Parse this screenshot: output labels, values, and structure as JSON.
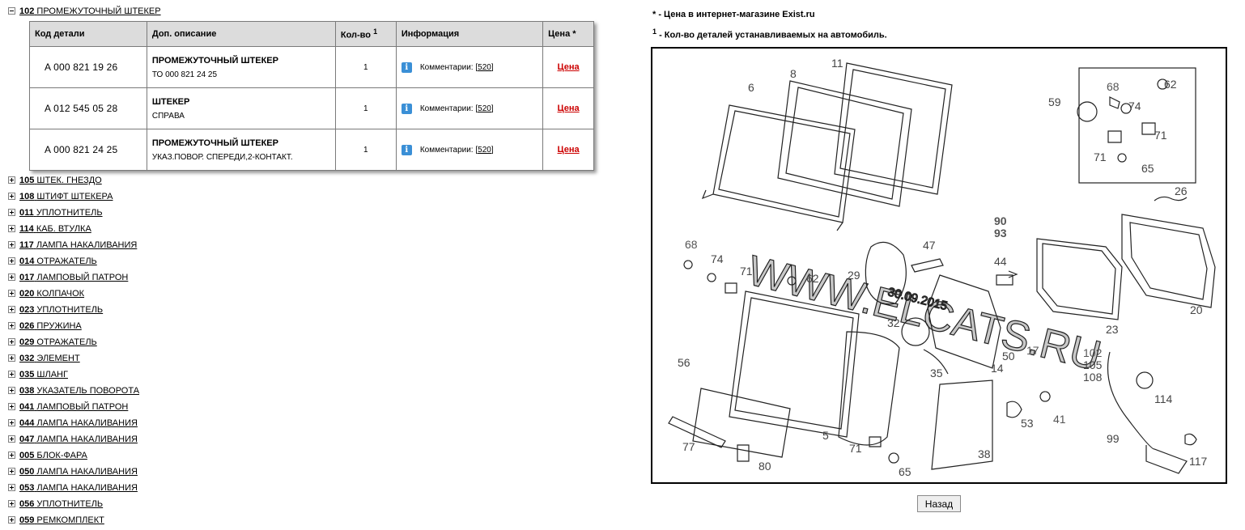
{
  "tree": {
    "expanded": {
      "code": "102",
      "name": "ПРОМЕЖУТОЧНЫЙ ШТЕКЕР"
    },
    "items": [
      {
        "code": "105",
        "name": "ШТЕК. ГНЕЗДО"
      },
      {
        "code": "108",
        "name": "ШТИФТ ШТЕКЕРА"
      },
      {
        "code": "011",
        "name": "УПЛОТНИТЕЛЬ"
      },
      {
        "code": "114",
        "name": "КАБ. ВТУЛКА"
      },
      {
        "code": "117",
        "name": "ЛАМПА НАКАЛИВАНИЯ"
      },
      {
        "code": "014",
        "name": "ОТРАЖАТЕЛЬ"
      },
      {
        "code": "017",
        "name": "ЛАМПОВЫЙ ПАТРОН"
      },
      {
        "code": "020",
        "name": "КОЛПАЧОК"
      },
      {
        "code": "023",
        "name": "УПЛОТНИТЕЛЬ"
      },
      {
        "code": "026",
        "name": "ПРУЖИНА"
      },
      {
        "code": "029",
        "name": "ОТРАЖАТЕЛЬ"
      },
      {
        "code": "032",
        "name": "ЭЛЕМЕНТ"
      },
      {
        "code": "035",
        "name": "ШЛАНГ"
      },
      {
        "code": "038",
        "name": "УКАЗАТЕЛЬ ПОВОРОТА"
      },
      {
        "code": "041",
        "name": "ЛАМПОВЫЙ ПАТРОН"
      },
      {
        "code": "044",
        "name": "ЛАМПА НАКАЛИВАНИЯ"
      },
      {
        "code": "047",
        "name": "ЛАМПА НАКАЛИВАНИЯ"
      },
      {
        "code": "005",
        "name": "БЛОК-ФАРА"
      },
      {
        "code": "050",
        "name": "ЛАМПА НАКАЛИВАНИЯ"
      },
      {
        "code": "053",
        "name": "ЛАМПА НАКАЛИВАНИЯ"
      },
      {
        "code": "056",
        "name": "УПЛОТНИТЕЛЬ"
      },
      {
        "code": "059",
        "name": "РЕМКОМПЛЕКТ"
      }
    ]
  },
  "table": {
    "headers": {
      "code": "Код детали",
      "desc": "Доп. описание",
      "qty": "Кол-во",
      "qty_sup": "1",
      "info": "Информация",
      "price": "Цена *"
    },
    "rows": [
      {
        "code": "A  000 821 19 26",
        "title": "ПРОМЕЖУТОЧНЫЙ ШТЕКЕР",
        "sub": "ТО 000 821 24 25",
        "qty": "1",
        "comment_label": "Комментарии:",
        "comment_link": "[520]",
        "price": "Цена"
      },
      {
        "code": "A  012 545 05 28",
        "title": "ШТЕКЕР",
        "sub": "СПРАВА",
        "qty": "1",
        "comment_label": "Комментарии:",
        "comment_link": "[520]",
        "price": "Цена"
      },
      {
        "code": "A  000 821 24 25",
        "title": "ПРОМЕЖУТОЧНЫЙ ШТЕКЕР",
        "sub": "УКАЗ.ПОВОР. СПЕРЕДИ,2-КОНТАКТ.",
        "qty": "1",
        "comment_label": "Комментарии:",
        "comment_link": "[520]",
        "price": "Цена"
      }
    ]
  },
  "notes": {
    "price_note": "* - Цена в интернет-магазине Exist.ru",
    "qty_note_sup": "1",
    "qty_note": " - Кол-во деталей устанавливаемых на автомобиль."
  },
  "diagram": {
    "watermark": "WWW.ELCATS.RU",
    "date": "30.09.2015",
    "labels": {
      "n6": "6",
      "n8": "8",
      "n11": "11",
      "n59": "59",
      "n68a": "68",
      "n62a": "62",
      "n74a": "74",
      "n71a": "71",
      "n71b": "71",
      "n65a": "65",
      "n26": "26",
      "n90": "90",
      "n93": "93",
      "n68b": "68",
      "n74b": "74",
      "n71c": "71",
      "n62b": "62",
      "n29": "29",
      "n47": "47",
      "n44": "44",
      "n32": "32",
      "n35": "35",
      "n14": "14",
      "n50": "50",
      "n17": "17",
      "n23": "23",
      "n20": "20",
      "n56": "56",
      "n5": "5",
      "n77": "77",
      "n80": "80",
      "n71d": "71",
      "n65b": "65",
      "n38": "38",
      "n53": "53",
      "n41": "41",
      "n102": "102",
      "n105": "105",
      "n108": "108",
      "n114": "114",
      "n99": "99",
      "n117": "117"
    }
  },
  "buttons": {
    "back": "Назад"
  }
}
